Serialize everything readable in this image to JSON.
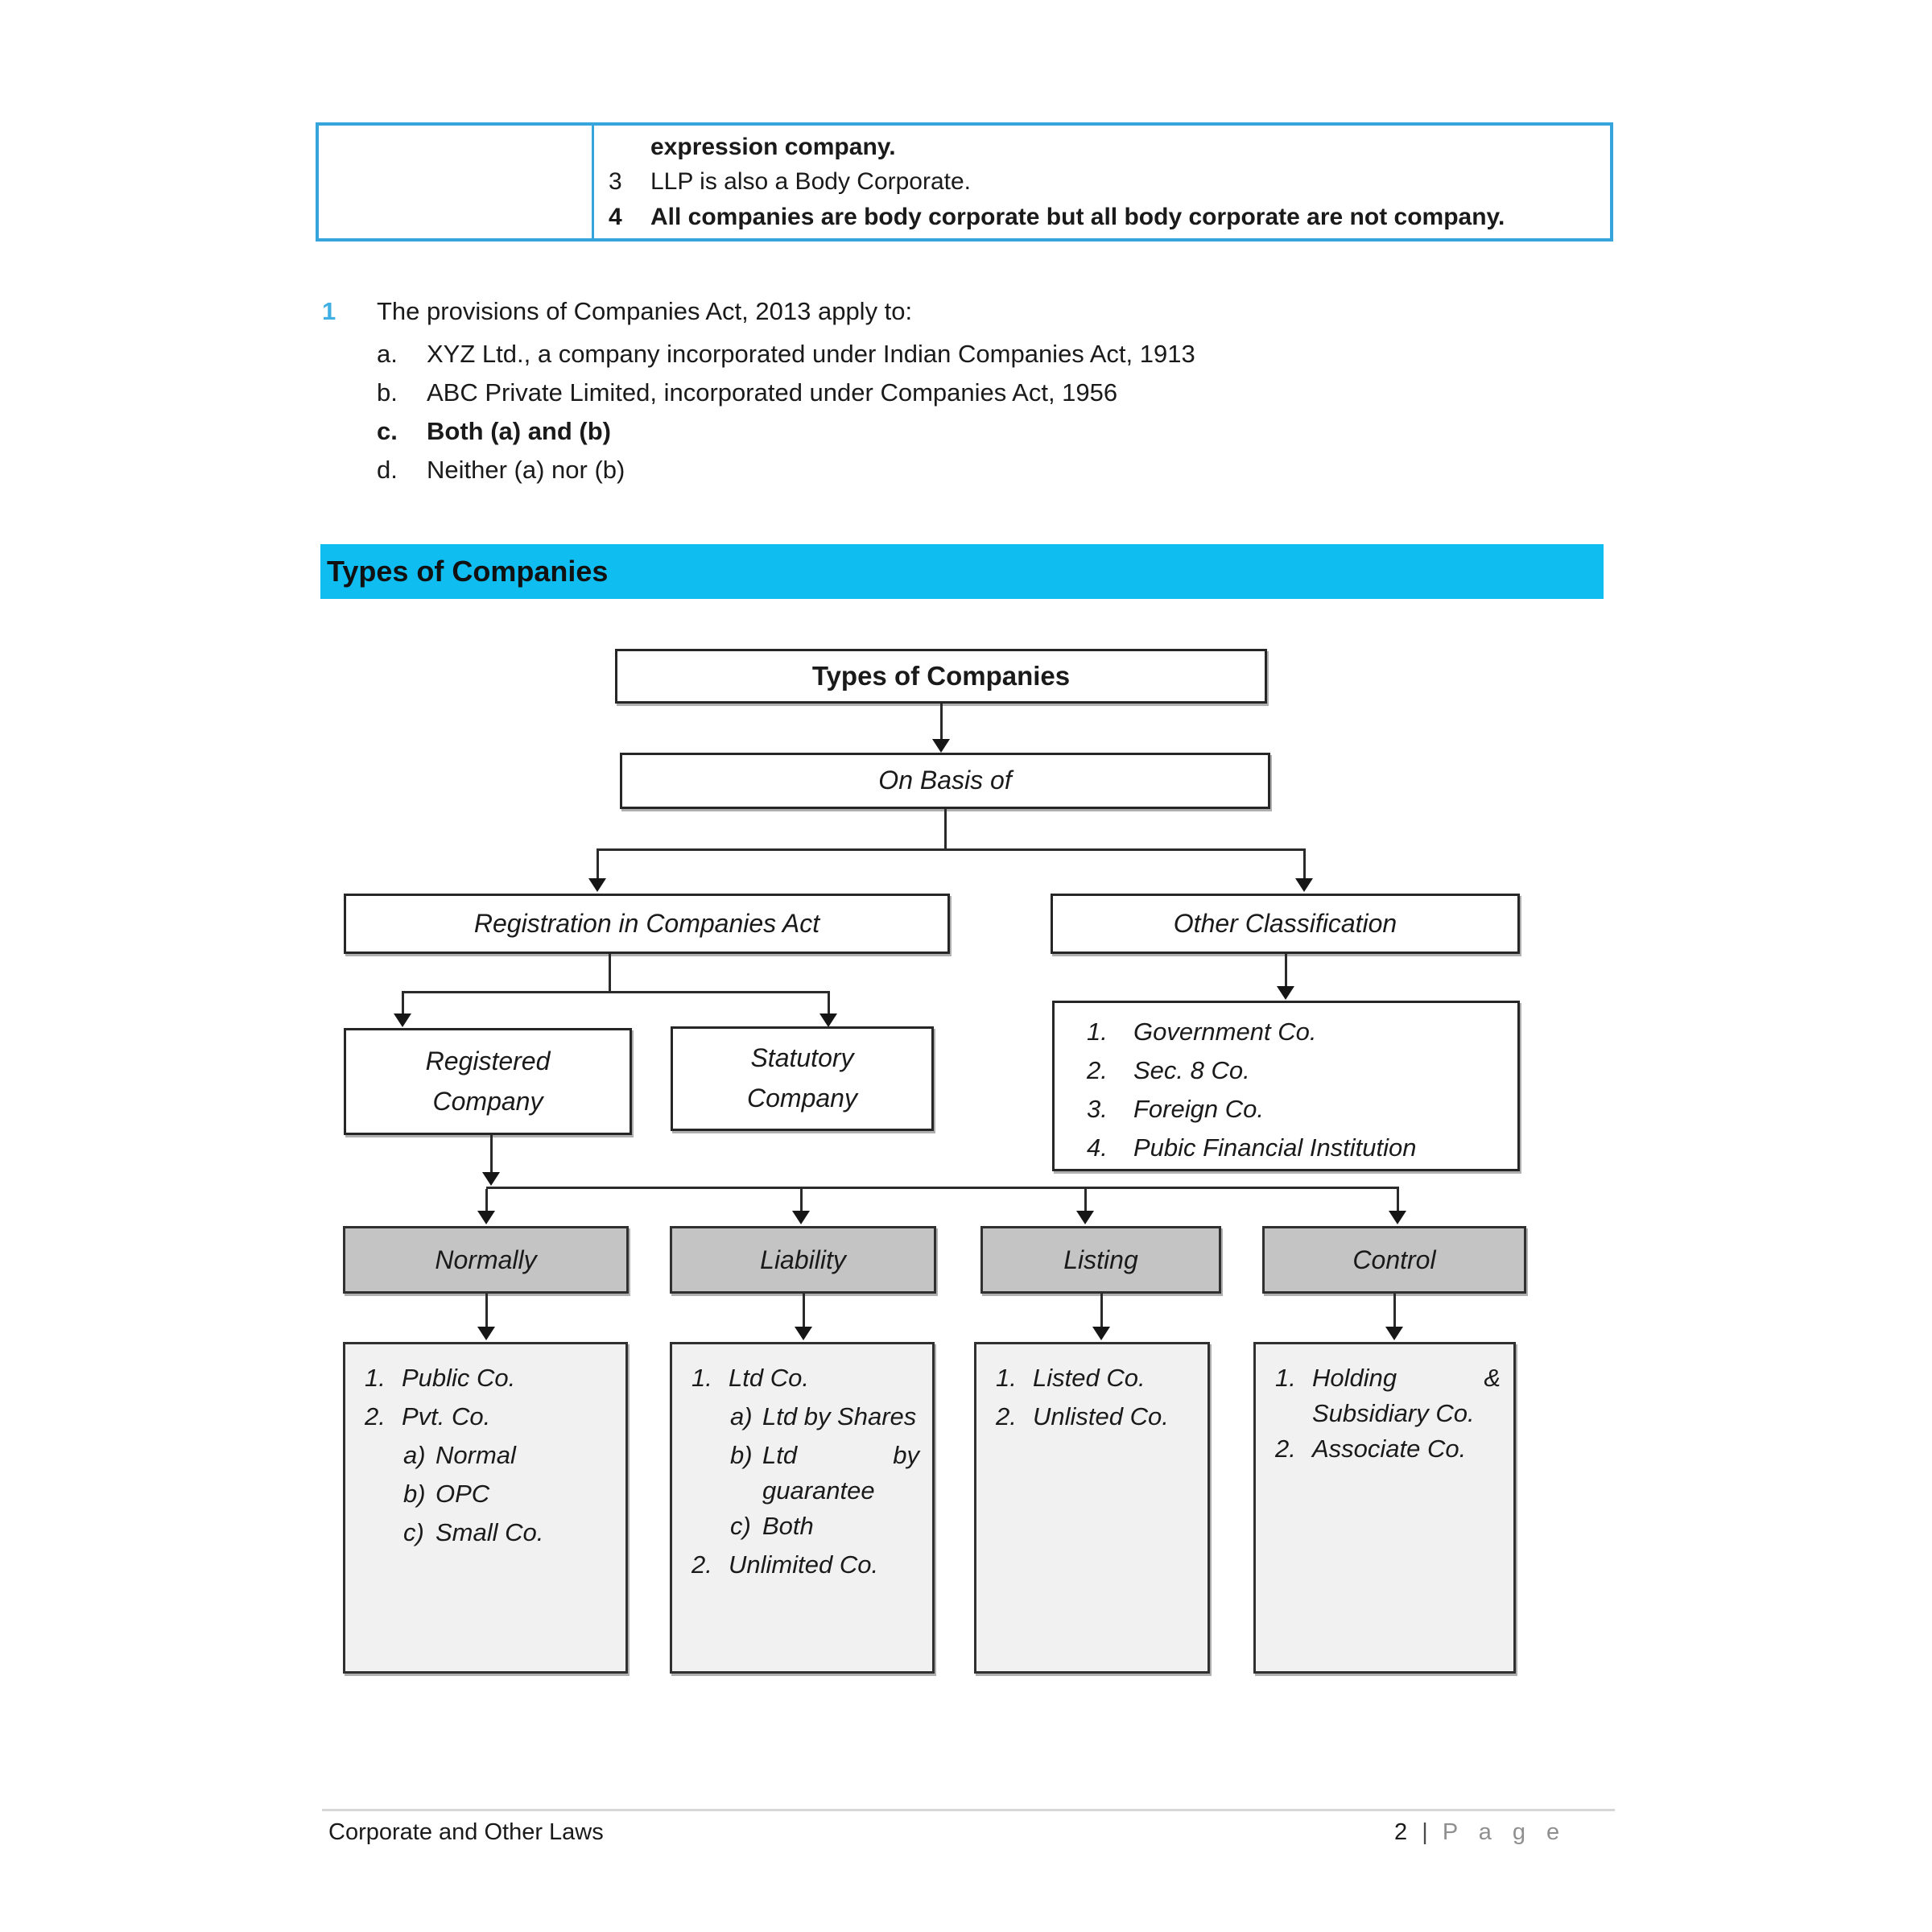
{
  "table": {
    "rows": [
      {
        "num": "",
        "text": "expression company.",
        "bold": true
      },
      {
        "num": "3",
        "text": "LLP is also a Body Corporate.",
        "bold": false
      },
      {
        "num": "4",
        "text": "All companies are body corporate but all body corporate are not company.",
        "bold": true
      }
    ]
  },
  "question": {
    "number": "1",
    "text": "The provisions of Companies Act, 2013 apply to:",
    "options": [
      {
        "letter": "a.",
        "text": "XYZ Ltd., a company incorporated under Indian Companies Act, 1913",
        "bold": false
      },
      {
        "letter": "b.",
        "text": "ABC Private Limited, incorporated under Companies Act, 1956",
        "bold": false
      },
      {
        "letter": "c.",
        "text": "Both (a) and (b)",
        "bold": true
      },
      {
        "letter": "d.",
        "text": "Neither (a) nor (b)",
        "bold": false
      }
    ]
  },
  "section_heading": "Types of Companies",
  "flowchart": {
    "root": "Types of Companies",
    "basis": "On Basis of",
    "branch_left": "Registration in Companies Act",
    "branch_right": "Other Classification",
    "registered": "Registered\nCompany",
    "statutory": "Statutory\nCompany",
    "other_classification": {
      "items": [
        {
          "num": "1.",
          "text": "Government Co."
        },
        {
          "num": "2.",
          "text": "Sec. 8 Co."
        },
        {
          "num": "3.",
          "text": "Foreign Co."
        },
        {
          "num": "4.",
          "text": "Pubic Financial Institution"
        }
      ]
    },
    "categories": [
      {
        "label": "Normally",
        "items": [
          {
            "num": "1.",
            "text": "Public Co."
          },
          {
            "num": "2.",
            "text": "Pvt. Co.",
            "subs": [
              {
                "num": "a)",
                "text": "Normal",
                "justify": false
              },
              {
                "num": "b)",
                "text": "OPC",
                "justify": false
              },
              {
                "num": "c)",
                "text": "Small Co.",
                "justify": false
              }
            ]
          }
        ]
      },
      {
        "label": "Liability",
        "items": [
          {
            "num": "1.",
            "text": "Ltd Co.",
            "subs": [
              {
                "num": "a)",
                "text": "Ltd by Shares",
                "justify": true
              },
              {
                "num": "b)",
                "text": "Ltd by guarantee",
                "justify": true
              },
              {
                "num": "c)",
                "text": "Both",
                "justify": false
              }
            ]
          },
          {
            "num": "2.",
            "text": "Unlimited Co."
          }
        ]
      },
      {
        "label": "Listing",
        "items": [
          {
            "num": "1.",
            "text": "Listed Co."
          },
          {
            "num": "2.",
            "text": "Unlisted Co."
          }
        ]
      },
      {
        "label": "Control",
        "items": [
          {
            "num": "1.",
            "text": "Holding & Subsidiary Co.",
            "justify": true
          },
          {
            "num": "2.",
            "text": "Associate Co."
          }
        ]
      }
    ]
  },
  "footer": {
    "left": "Corporate and Other Laws",
    "page_number": "2",
    "separator": "|",
    "page_word": "P a g e"
  },
  "colors": {
    "accent_bar": "#10bdf1",
    "table_border": "#36a5dc",
    "question_number_blue": "#3fafe4",
    "gray_box_fill": "#c4c4c4",
    "list_box_fill": "#f1f1f1",
    "footer_gray": "#8f8f8f"
  }
}
